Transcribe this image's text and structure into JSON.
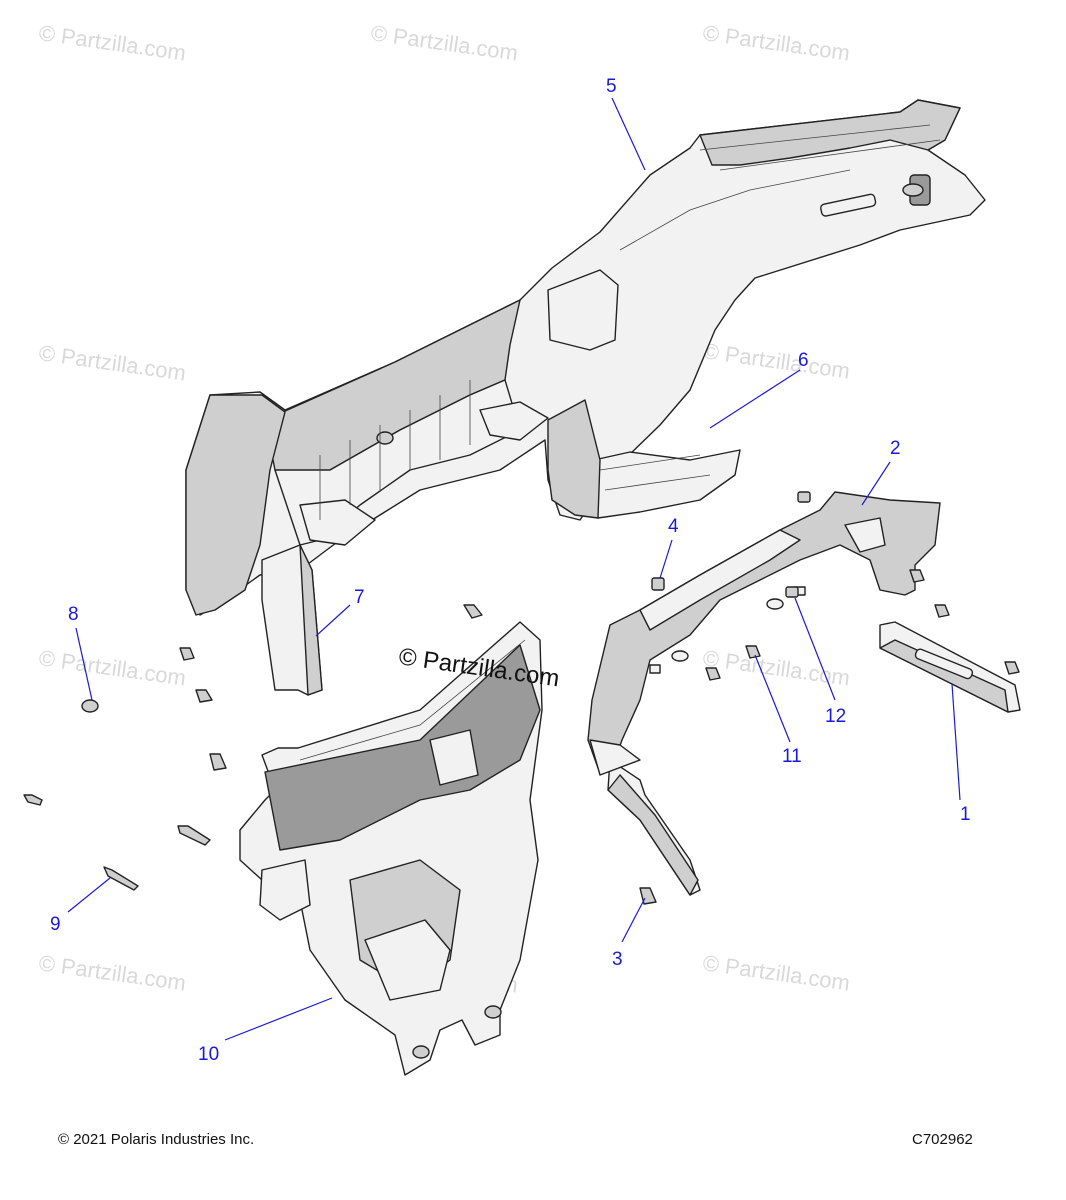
{
  "watermarks": {
    "repeated_text": "© Partzilla.com",
    "center_text": "© Partzilla.com"
  },
  "callouts": {
    "c1": "1",
    "c2": "2",
    "c3": "3",
    "c4": "4",
    "c5": "5",
    "c6": "6",
    "c7": "7",
    "c8": "8",
    "c9": "9",
    "c10": "10",
    "c11": "11",
    "c12": "12"
  },
  "footer": {
    "copyright": "© 2021 Polaris Industries Inc.",
    "diagram_id": "C702962"
  },
  "colors": {
    "callout": "#1a1ad6",
    "watermark": "#d9d9d9",
    "outline": "#222222"
  }
}
